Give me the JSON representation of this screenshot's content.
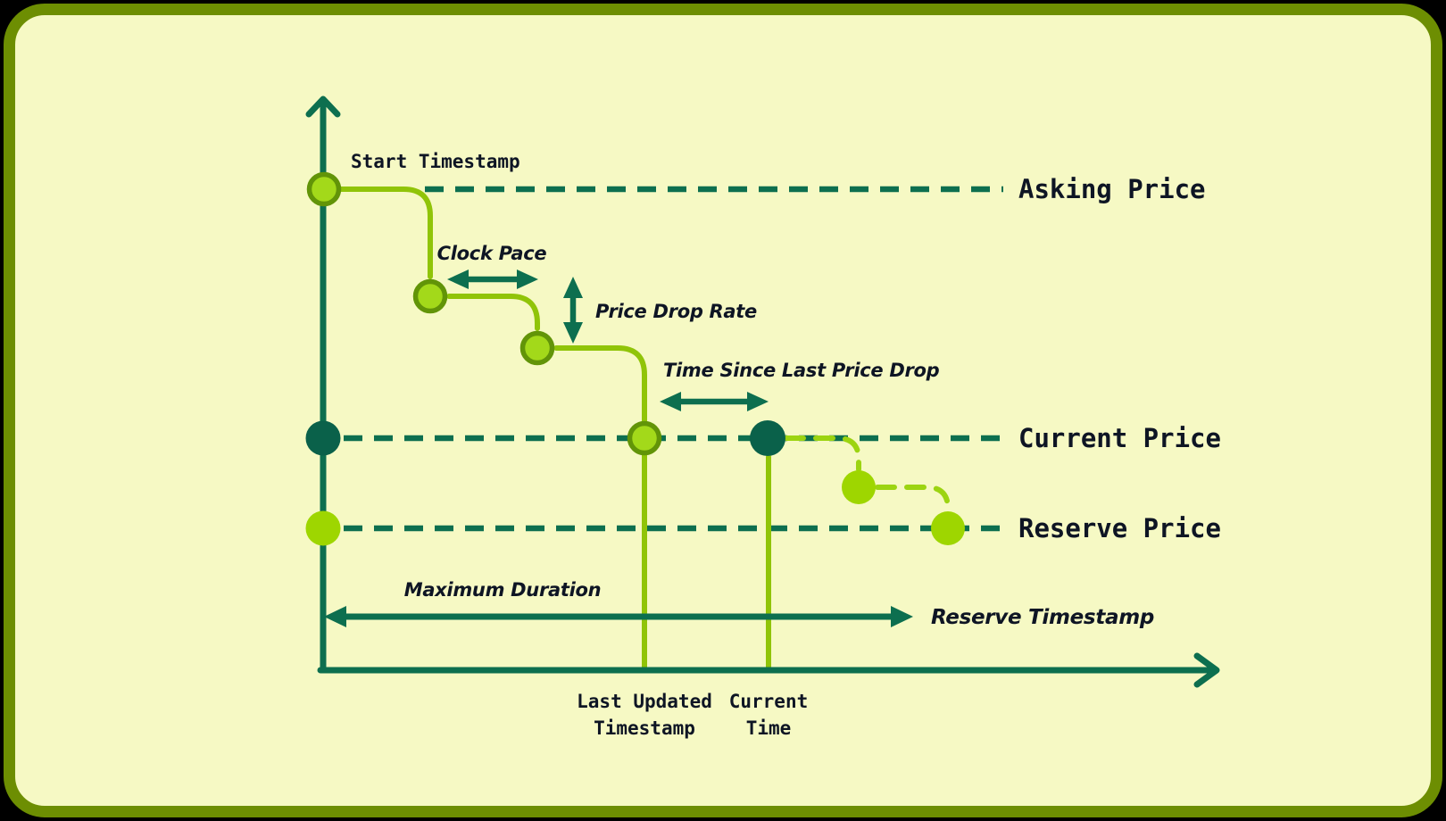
{
  "diagram": {
    "price_lines": {
      "asking": "Asking Price",
      "current": "Current Price",
      "reserve": "Reserve Price"
    },
    "annotations": {
      "start_timestamp": "Start Timestamp",
      "clock_pace": "Clock Pace",
      "price_drop_rate": "Price Drop Rate",
      "time_since_last_price_drop": "Time Since Last Price Drop",
      "maximum_duration": "Maximum Duration",
      "reserve_timestamp": "Reserve Timestamp"
    },
    "x_axis_labels": {
      "last_updated_line1": "Last Updated",
      "last_updated_line2": "Timestamp",
      "current_time_line1": "Current",
      "current_time_line2": "Time"
    },
    "icons": {
      "y_axis_arrow": "up-arrow-icon",
      "x_axis_arrow": "right-arrow-icon",
      "measure_arrows": "double-headed-arrow-icon"
    },
    "colors": {
      "background": "#f6f9c4",
      "frame_border": "#6d8e02",
      "teal_lines": "#0d6f4f",
      "teal_dots": "#0a614a",
      "green_step_line": "#90c408",
      "green_projection_dash": "#9cd411",
      "dot_fill": "#a3d91a",
      "dot_stroke": "#629408",
      "dot_borderless": "#9ed600",
      "text": "#0e1524"
    }
  }
}
